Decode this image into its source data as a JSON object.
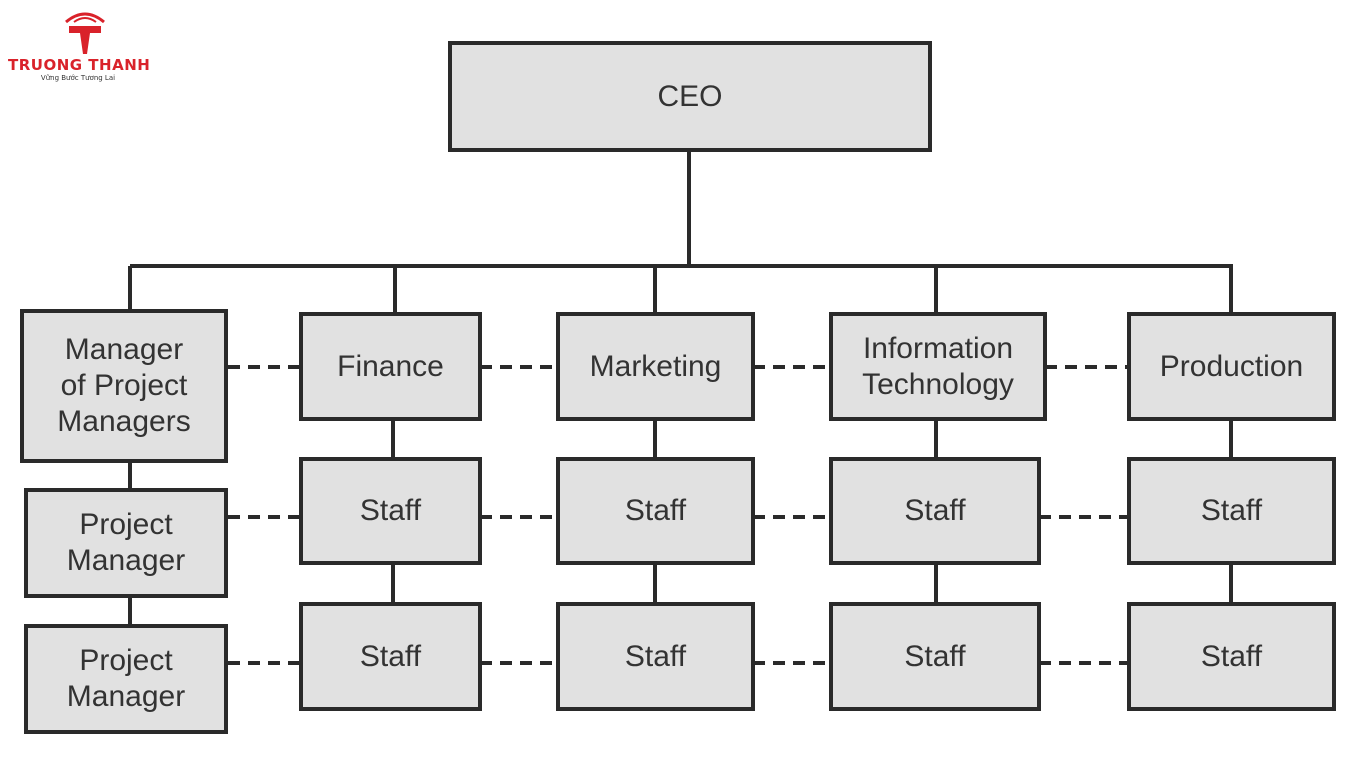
{
  "brand": {
    "name": "TRUONG THANH",
    "tagline": "Vững Bước Tương Lai",
    "color": "#d9222a"
  },
  "chart": {
    "ceo": "CEO",
    "pm_column": {
      "manager": "Manager\nof Project\nManagers",
      "project_manager_1": "Project\nManager",
      "project_manager_2": "Project\nManager"
    },
    "departments": [
      {
        "name": "Finance",
        "staff_1": "Staff",
        "staff_2": "Staff"
      },
      {
        "name": "Marketing",
        "staff_1": "Staff",
        "staff_2": "Staff"
      },
      {
        "name": "Information\nTechnology",
        "staff_1": "Staff",
        "staff_2": "Staff"
      },
      {
        "name": "Production",
        "staff_1": "Staff",
        "staff_2": "Staff"
      }
    ]
  },
  "colors": {
    "box_fill": "#e1e1e1",
    "box_border": "#2a2a2a",
    "text": "#333333"
  }
}
